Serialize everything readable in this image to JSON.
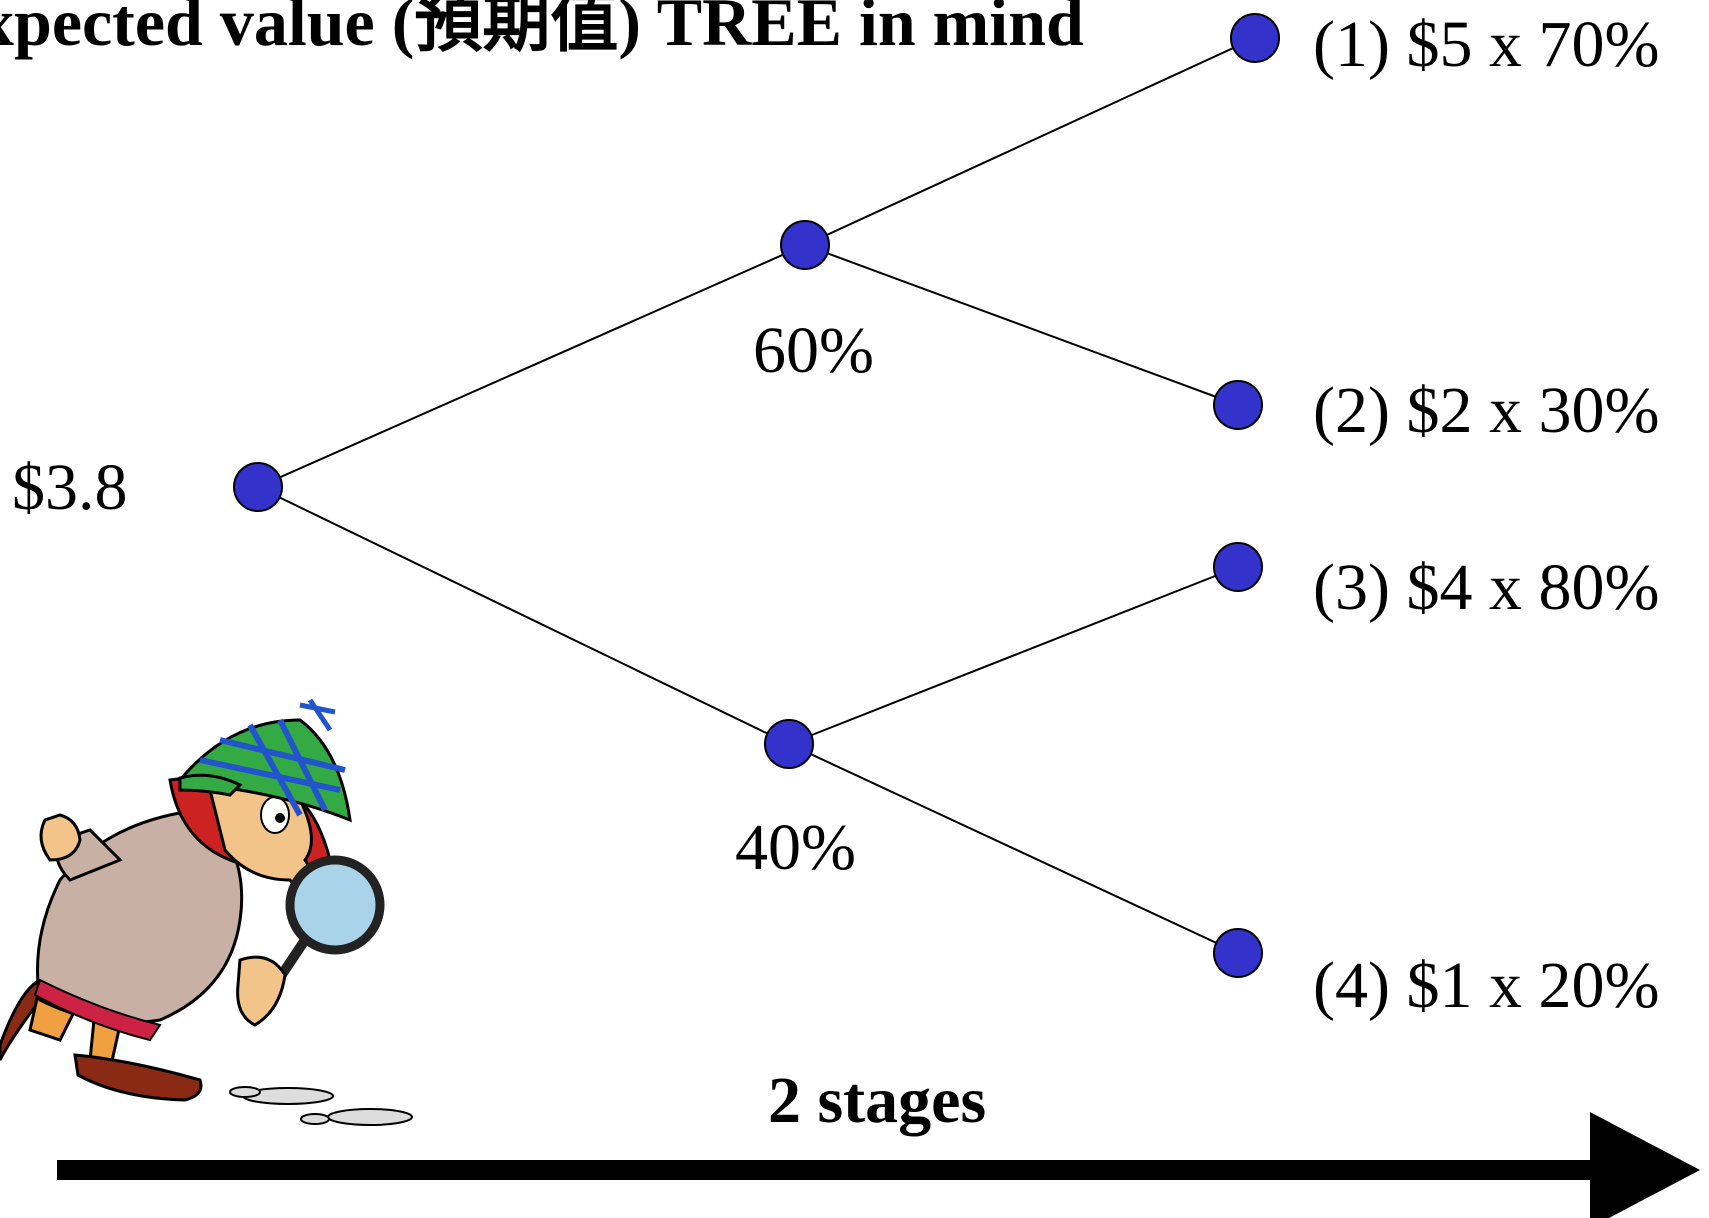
{
  "title": "xpected value (預期值) TREE in mind",
  "root": {
    "value": "$3.8"
  },
  "branches": [
    {
      "probability": "60%"
    },
    {
      "probability": "40%"
    }
  ],
  "outcomes": [
    {
      "label": "(1) $5 x 70%"
    },
    {
      "label": "(2) $2 x 30%"
    },
    {
      "label": "(3) $4 x 80%"
    },
    {
      "label": "(4) $1 x 20%"
    }
  ],
  "axis": {
    "label": "2 stages"
  },
  "colors": {
    "node": "#3333cc",
    "line": "#000000",
    "arrow": "#000000"
  },
  "illustration": {
    "icon": "detective-with-magnifying-glass-icon"
  }
}
